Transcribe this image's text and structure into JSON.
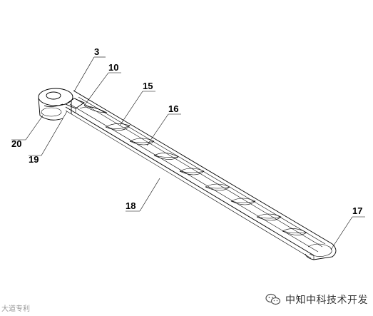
{
  "diagram": {
    "labels": [
      "3",
      "10",
      "15",
      "16",
      "17",
      "18",
      "19",
      "20"
    ]
  },
  "watermark": {
    "left_text": "大道专利",
    "right_text": "中知中科技术开发",
    "icon": "wechat-icon"
  }
}
